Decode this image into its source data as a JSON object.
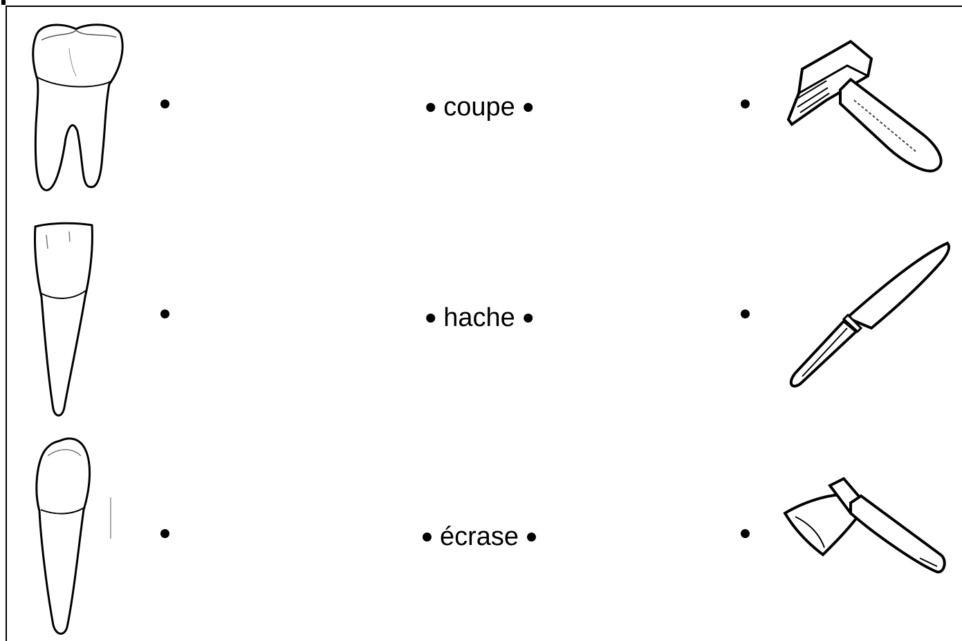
{
  "worksheet": {
    "rows": [
      {
        "tooth": "molar-icon",
        "word": "coupe",
        "tool": "hammer-icon"
      },
      {
        "tooth": "incisor-icon",
        "word": "hache",
        "tool": "knife-icon"
      },
      {
        "tooth": "canine-icon",
        "word": "écrase",
        "tool": "axe-icon"
      }
    ]
  }
}
